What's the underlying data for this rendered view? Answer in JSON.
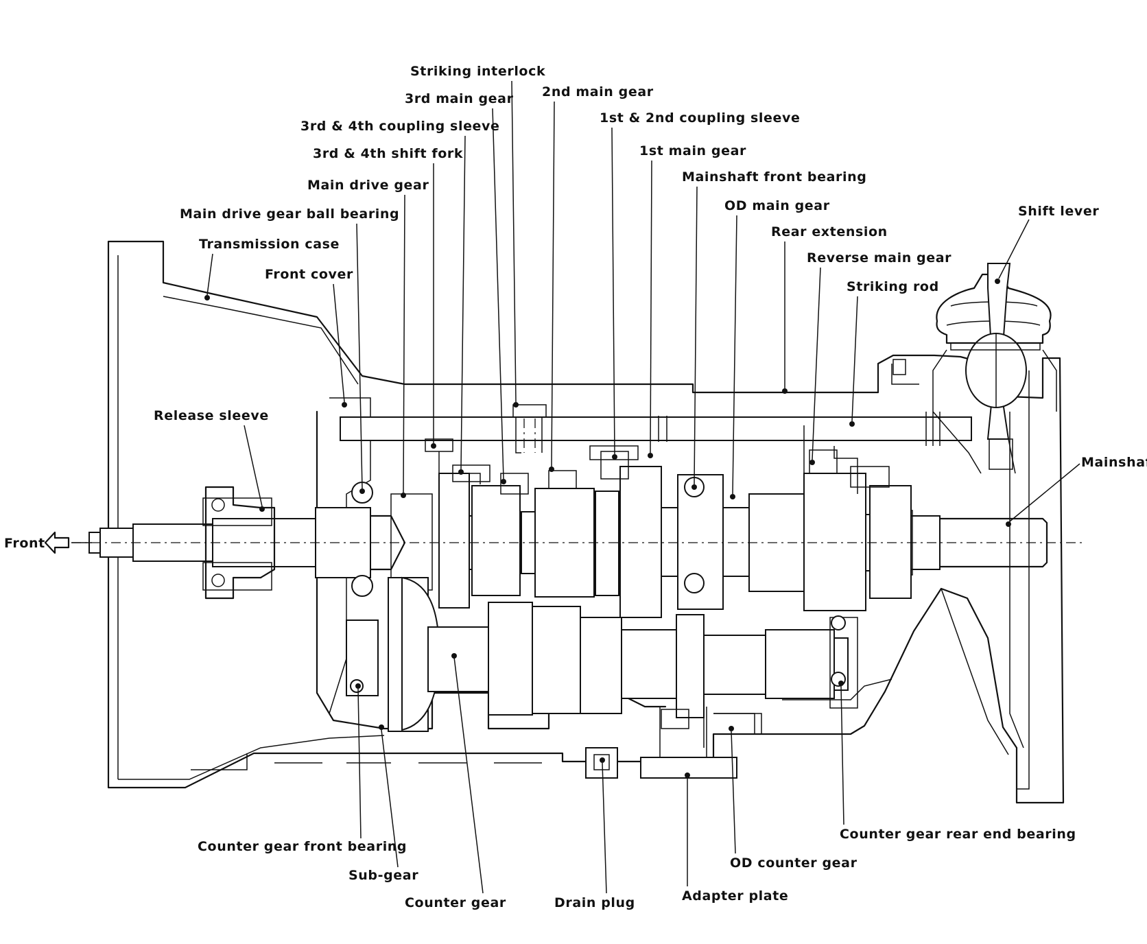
{
  "labels": {
    "front": "Front",
    "striking_interlock": "Striking interlock",
    "third_main_gear": "3rd main gear",
    "second_main_gear": "2nd main gear",
    "third_fourth_coupling_sleeve": "3rd & 4th coupling sleeve",
    "first_second_coupling_sleeve": "1st & 2nd coupling sleeve",
    "third_fourth_shift_fork": "3rd & 4th shift fork",
    "first_main_gear": "1st main gear",
    "main_drive_gear": "Main drive gear",
    "mainshaft_front_bearing": "Mainshaft front bearing",
    "main_drive_gear_ball_bearing": "Main drive gear ball bearing",
    "od_main_gear": "OD main gear",
    "shift_lever": "Shift lever",
    "transmission_case": "Transmission case",
    "rear_extension": "Rear extension",
    "front_cover": "Front cover",
    "reverse_main_gear": "Reverse main gear",
    "striking_rod": "Striking rod",
    "release_sleeve": "Release sleeve",
    "mainshaft": "Mainshaft",
    "counter_gear_front_bearing": "Counter gear front bearing",
    "sub_gear": "Sub-gear",
    "counter_gear": "Counter gear",
    "drain_plug": "Drain plug",
    "adapter_plate": "Adapter plate",
    "od_counter_gear": "OD counter gear",
    "counter_gear_rear_end_bearing": "Counter gear rear end bearing"
  }
}
